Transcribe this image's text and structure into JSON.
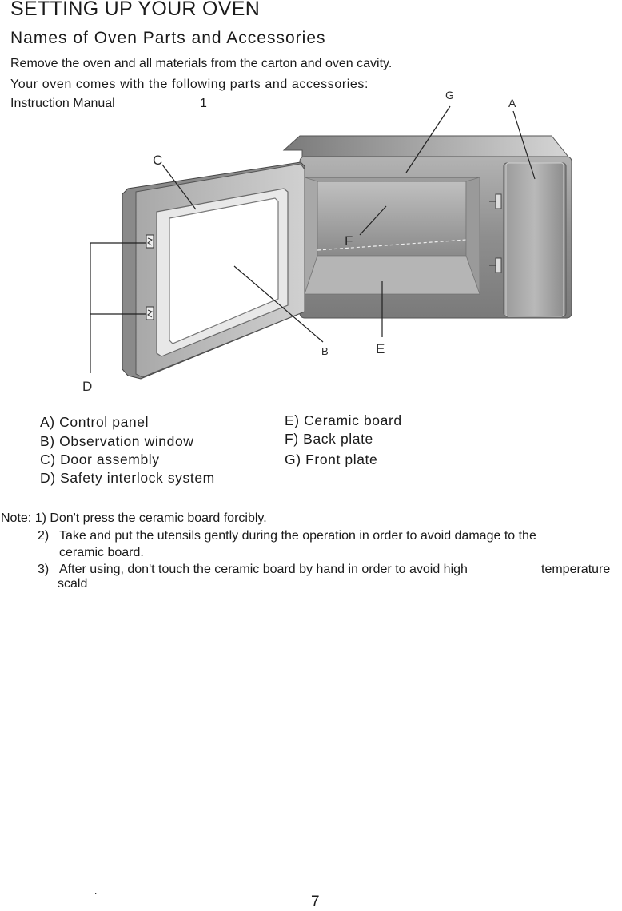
{
  "header": {
    "title": "SETTING UP YOUR OVEN",
    "subtitle": "Names of Oven Parts and Accessories"
  },
  "intro": {
    "line1": "Remove the oven and all materials from the carton and oven cavity.",
    "line2": "Your oven comes with the following parts and accessories:",
    "item_name": "Instruction Manual",
    "item_qty": "1"
  },
  "diagram": {
    "labels": {
      "A": "A",
      "B": "B",
      "C": "C",
      "D": "D",
      "E": "E",
      "F": "F",
      "G": "G"
    },
    "colors": {
      "body": "#8f8f8f",
      "body_dark": "#5e5e5e",
      "door": "#c9c9c9",
      "window": "#ffffff",
      "line": "#222222"
    }
  },
  "parts_list": {
    "left": [
      "A) Control panel",
      "B) Observation window",
      "C) Door assembly",
      "D) Safety interlock system"
    ],
    "right": [
      "E) Ceramic board",
      "F) Back plate",
      "G) Front plate"
    ]
  },
  "notes": {
    "n1": "Note: 1) Don't press the ceramic board forcibly.",
    "n2_num": "2)",
    "n2_l1": "Take and put the utensils gently during the operation in order to avoid damage to the",
    "n2_l2": "ceramic board.",
    "n3_num": "3)",
    "n3_l1": "After using, don't touch the ceramic board by hand in order to avoid high",
    "n3_l1b": "temperature",
    "n3_l2": "scald"
  },
  "footer": {
    "dot": ".",
    "page_number": "7"
  }
}
